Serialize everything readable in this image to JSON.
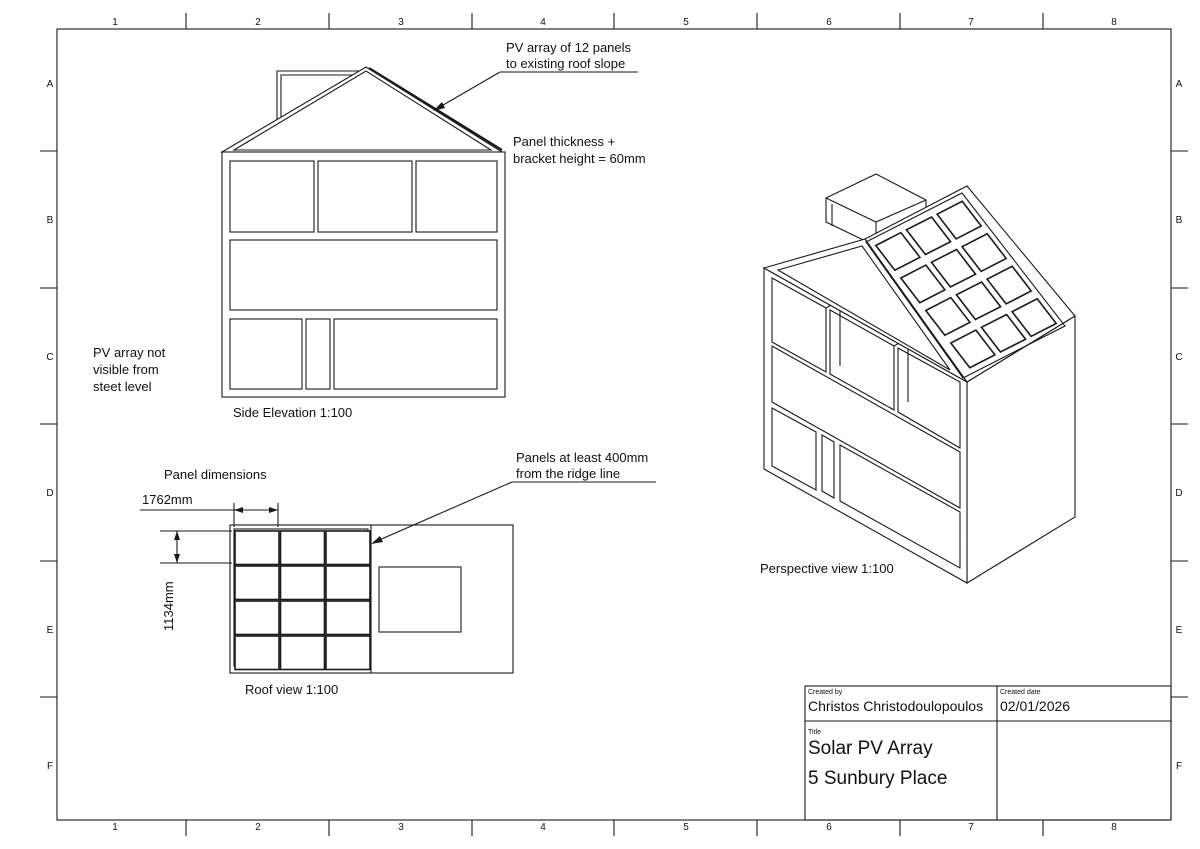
{
  "frame": {
    "columns": [
      "1",
      "2",
      "3",
      "4",
      "5",
      "6",
      "7",
      "8"
    ],
    "rows": [
      "A",
      "B",
      "C",
      "D",
      "E",
      "F"
    ]
  },
  "annotations": {
    "pv_array_line1": "PV array of 12 panels",
    "pv_array_line2": "to existing roof slope",
    "thickness_line1": "Panel thickness +",
    "thickness_line2": "bracket height = 60mm",
    "not_visible_line1": "PV array not",
    "not_visible_line2": "visible from",
    "not_visible_line3": "steet level",
    "side_elevation": "Side Elevation 1:100",
    "panel_dimensions": "Panel dimensions",
    "width_dim": "1762mm",
    "height_dim": "1134mm",
    "ridge_line1": "Panels at least 400mm",
    "ridge_line2": "from the ridge line",
    "roof_view": "Roof view 1:100",
    "perspective_view": "Perspective view 1:100"
  },
  "title_block": {
    "created_by_label": "Created by",
    "created_by": "Christos Christodoulopoulos",
    "created_date_label": "Created date",
    "created_date": "02/01/2026",
    "title_label": "Title",
    "title_line1": "Solar PV Array",
    "title_line2": "5 Sunbury Place"
  },
  "array": {
    "rows": 4,
    "cols": 3
  }
}
